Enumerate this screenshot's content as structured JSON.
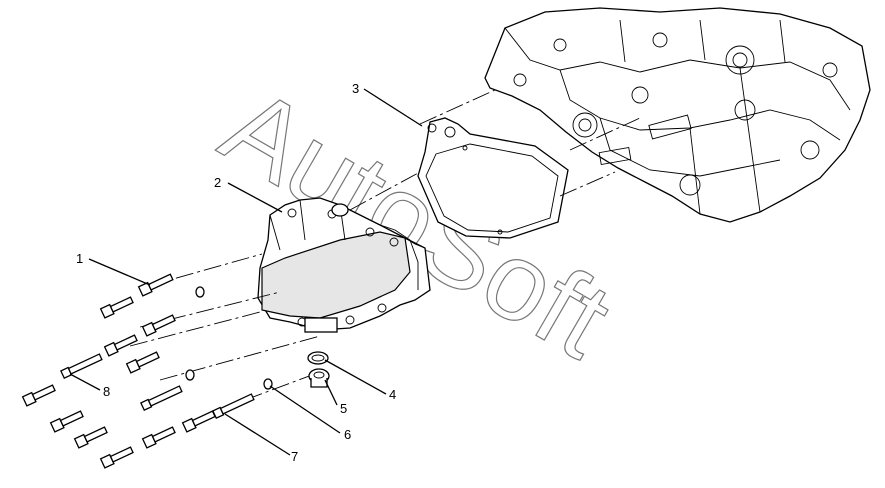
{
  "watermark": "AutoSoft",
  "callouts": [
    {
      "id": "1",
      "text": "1"
    },
    {
      "id": "2",
      "text": "2"
    },
    {
      "id": "3",
      "text": "3"
    },
    {
      "id": "4",
      "text": "4"
    },
    {
      "id": "5",
      "text": "5"
    },
    {
      "id": "6",
      "text": "6"
    },
    {
      "id": "7",
      "text": "7"
    },
    {
      "id": "8",
      "text": "8"
    }
  ]
}
